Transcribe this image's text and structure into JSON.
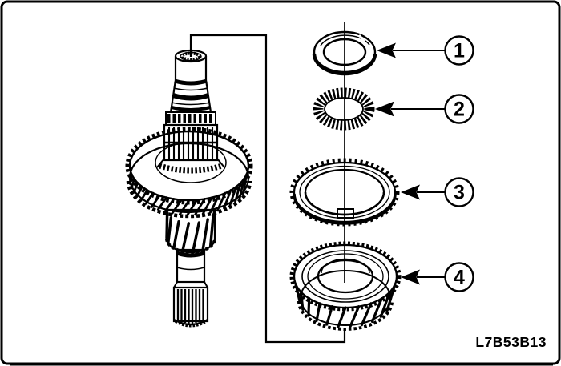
{
  "diagram": {
    "figure_code": "L7B53B13",
    "colors": {
      "line": "#000000",
      "background": "#ffffff"
    },
    "callouts": [
      {
        "label": "1"
      },
      {
        "label": "2"
      },
      {
        "label": "3"
      },
      {
        "label": "4"
      }
    ]
  }
}
